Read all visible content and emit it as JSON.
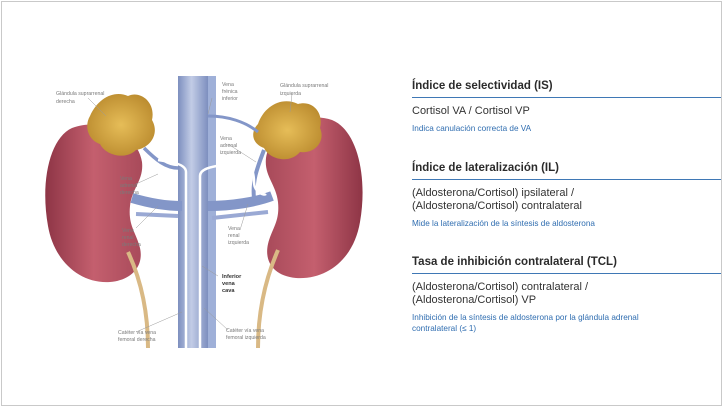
{
  "illustration": {
    "labels": {
      "right_adrenal": [
        "Glándula suprarrenal",
        "derecha"
      ],
      "left_adrenal": [
        "Glándula suprarrenal",
        "izquierda"
      ],
      "phrenic_vein": [
        "Vena",
        "frénica",
        "inferior"
      ],
      "left_adrenal_vein": [
        "Vena",
        "adrenal",
        "izquierda"
      ],
      "right_adrenal_vein": [
        "Vena",
        "adrenal",
        "derecha"
      ],
      "right_renal_vein": [
        "Vena",
        "renal",
        "derecha"
      ],
      "left_renal_vein": [
        "Vena",
        "renal",
        "izquierda"
      ],
      "vena_cava": [
        "Inferior",
        "vena",
        "cava"
      ],
      "right_catheter": [
        "Catéter vía vena",
        "femoral derecha"
      ],
      "left_catheter": [
        "Catéter vía vena",
        "femoral izquierda"
      ]
    }
  },
  "sections": [
    {
      "title": "Índice de selectividad (IS)",
      "formula": [
        "Cortisol VA / Cortisol VP"
      ],
      "note": [
        "Indica canulación correcta de VA"
      ]
    },
    {
      "title": "Índice de lateralización (IL)",
      "formula": [
        "(Aldosterona/Cortisol) ipsilateral /",
        "(Aldosterona/Cortisol) contralateral"
      ],
      "note": [
        "Mide la lateralización de la síntesis de aldosterona"
      ]
    },
    {
      "title": "Tasa de inhibición contralateral (TCL)",
      "formula": [
        "(Aldosterona/Cortisol) contralateral /",
        "(Aldosterona/Cortisol) VP"
      ],
      "note": [
        "Inhibición de la síntesis de aldosterona por la glándula adrenal",
        "contralateral (≤ 1)"
      ]
    }
  ]
}
